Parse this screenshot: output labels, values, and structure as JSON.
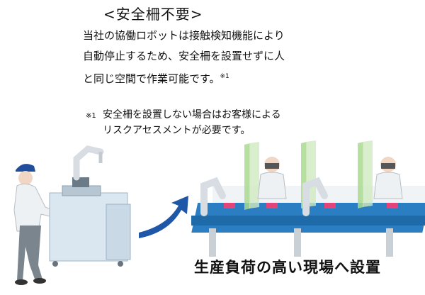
{
  "header": {
    "title": "<安全柵不要>"
  },
  "body": {
    "lines": [
      "当社の協働ロボットは接触検知機能により",
      "自動停止するため、安全柵を設置せずに人",
      "と同じ空間で作業可能です。"
    ],
    "footnote_ref": "※1"
  },
  "note": {
    "mark": "※1",
    "line1": "安全柵を設置しない場合はお客様による",
    "line2": "リスクアセスメントが必要です。"
  },
  "caption": "生産負荷の高い現場へ設置",
  "colors": {
    "arrow": "#1e57a8",
    "conveyor": "#2b7ec1",
    "safety_panel": "#a9d98f",
    "cap": "#1f4f9b",
    "workpiece": "#e2457a"
  }
}
